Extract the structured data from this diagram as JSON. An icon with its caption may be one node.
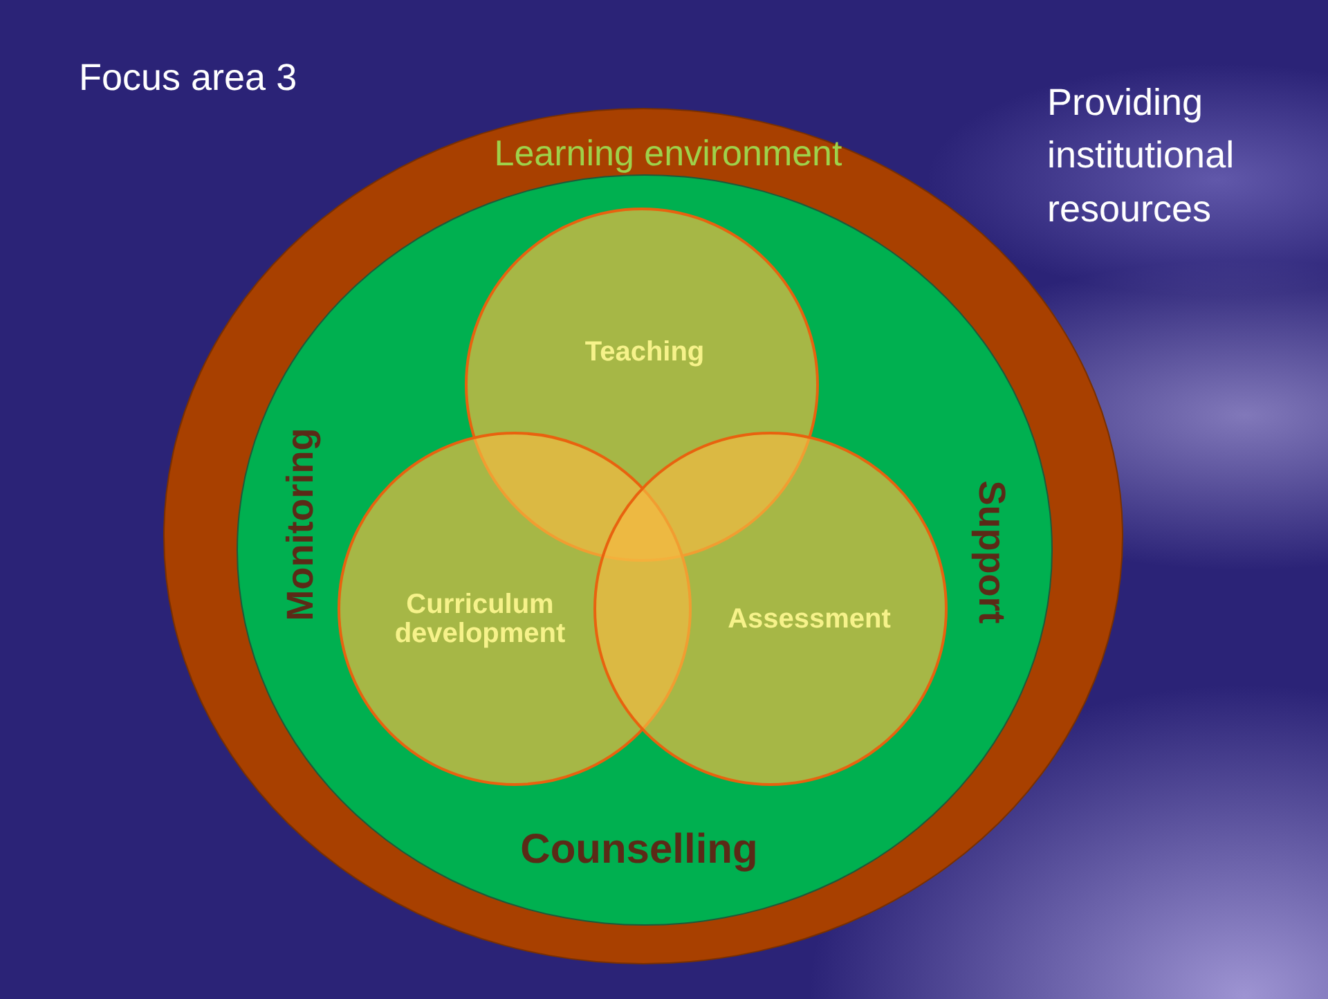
{
  "diagram": {
    "nodes": [
      {
        "text": [
          "Learning environment"
        ]
      },
      {
        "text": [
          "Monitoring",
          "Support",
          "Counselling"
        ],
        "in": 0
      },
      {
        "text": [
          "Teaching"
        ],
        "in": 1
      },
      {
        "text": [
          "Curriculum development"
        ],
        "in": 1
      },
      {
        "text": [
          "Assessment"
        ],
        "in": 1
      }
    ],
    "labels": [
      "Focus area 3",
      "Providing institutional resources"
    ]
  }
}
